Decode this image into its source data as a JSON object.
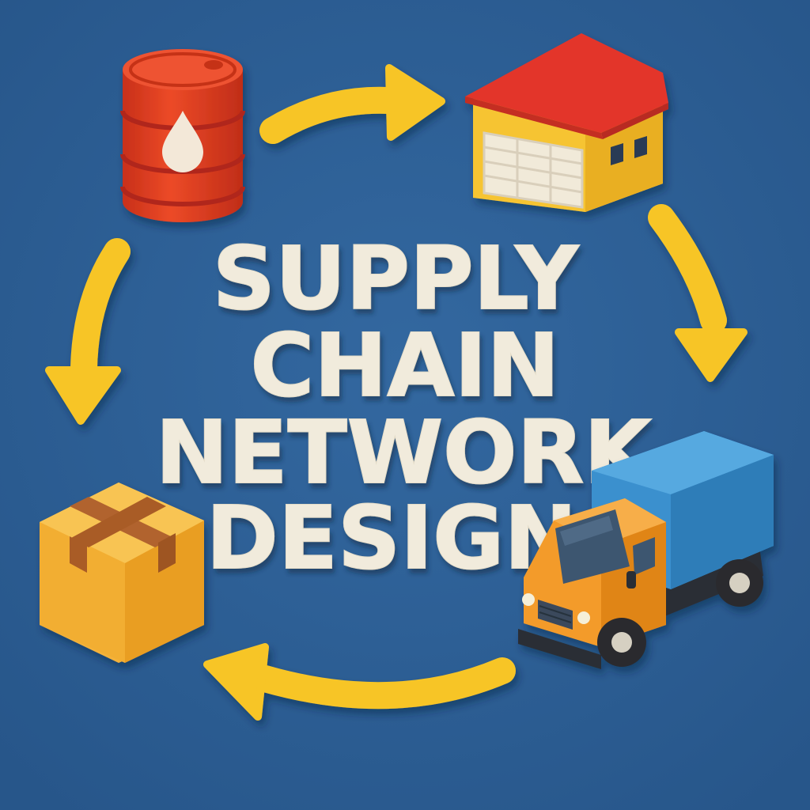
{
  "title": {
    "lines": [
      "SUPPLY",
      "CHAIN",
      "NETWORK",
      "DESIGN"
    ]
  },
  "nodes": [
    {
      "id": "oil-barrel",
      "icon": "oil-barrel-icon"
    },
    {
      "id": "warehouse",
      "icon": "warehouse-icon"
    },
    {
      "id": "delivery-truck",
      "icon": "truck-icon"
    },
    {
      "id": "package-box",
      "icon": "package-box-icon"
    }
  ],
  "flow": {
    "direction": "clockwise",
    "arrow_count": 4
  },
  "colors": {
    "background": "#2C5E91",
    "arrow": "#F7C528",
    "title_text": "#F1EBDC",
    "barrel": "#E13B1F",
    "warehouse_wall": "#F6C432",
    "warehouse_roof": "#E3362A",
    "truck_cab": "#F39B2A",
    "truck_box": "#3A90CE",
    "box": "#F4B23A",
    "tape": "#B1642E"
  }
}
